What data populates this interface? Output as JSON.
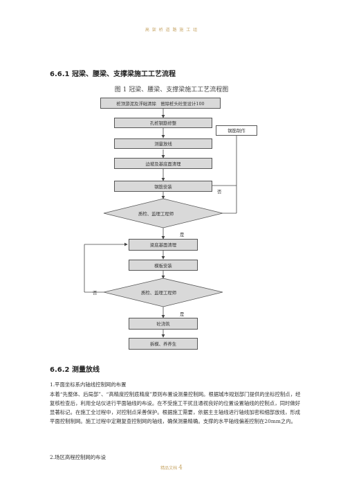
{
  "header": {
    "text": "高 架 桥 道 路 施 工 组"
  },
  "section1": {
    "title": "6.6.1 冠梁、腰梁、支撑梁施工工艺流程"
  },
  "figure": {
    "caption": "图 1 冠梁、腰梁、支撑梁施工工艺流程图"
  },
  "flow": {
    "top": "桩顶游泥及浮础清除　凿除桩头砼至设计100",
    "pile_rebar": "孔桩钢筋修整",
    "survey": "测量放线",
    "edge_clean": "边坡及基底面清理",
    "rebar_make": "钢筋制作",
    "rebar_install": "钢筋安装",
    "inspect1": "质检、监理工程师",
    "no1": "否",
    "yes1": "是",
    "beam_clean": "梁底基面清理",
    "formwork": "模板安装",
    "inspect2": "质检、监理工程师",
    "no2": "否",
    "yes2": "是",
    "pour": "砼浇筑",
    "strip": "拆模、养养生"
  },
  "section2": {
    "title": "6.6.2 测量放线"
  },
  "body": {
    "item1_title": "1.平面坐标系内轴线控制网的布置",
    "item1_text": "本着“先整体、后局部”、“高精度控制底精度”原则布置设测量控制网。根据城市规划部门提供的坐标控制点，经复核检查后，利用全站仪进行平面轴线的布设。在不受施工干扰且通视良好的位置设置轴线的控制点，同时做好显著标记。在施工全过程中，对控制点采善保护。根据施工需要，依据主主轴线进行轴线加密和细部放线，形成平面控制制网。施工过程中定期复查控制网的轴线，确保测量精确。支撑的水平轴线偏差控制在20mm之内。",
    "item2_title": "2.场区高程控制网的布设"
  },
  "footer": {
    "text": "精品文档",
    "page": "4"
  }
}
